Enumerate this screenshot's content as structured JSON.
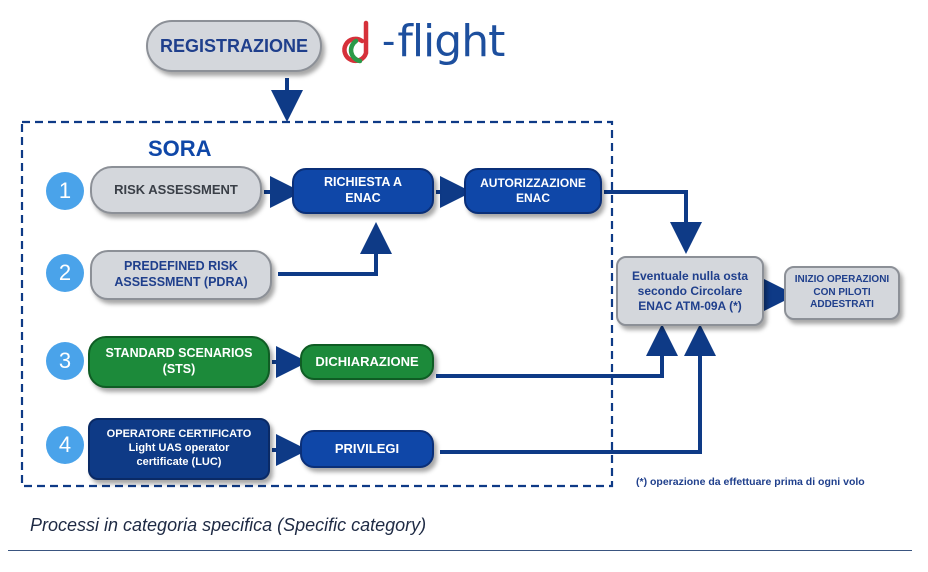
{
  "header": {
    "registration_label": "REGISTRAZIONE",
    "logo_text": "flight"
  },
  "sora": {
    "label": "SORA",
    "steps": [
      {
        "number": "1",
        "box": "RISK ASSESSMENT"
      },
      {
        "number": "2",
        "box": "PREDEFINED RISK\nASSESSMENT (PDRA)"
      },
      {
        "number": "3",
        "box": "STANDARD SCENARIOS\n(STS)",
        "next": "DICHIARAZIONE"
      },
      {
        "number": "4",
        "box": "OPERATORE CERTIFICATO\nLight UAS operator\ncertificate (LUC)",
        "next": "PRIVILEGI"
      }
    ],
    "request": "RICHIESTA A\nENAC",
    "authorization": "AUTORIZZAZIONE\nENAC"
  },
  "right": {
    "nulla_osta": "Eventuale nulla osta\nsecondo Circolare\nENAC ATM-09A (*)",
    "start_ops": "INIZIO OPERAZIONI\nCON PILOTI\nADDESTRATI"
  },
  "footnote": "(*) operazione da effettuare prima di ogni volo",
  "caption": "Processi in categoria specifica (Specific category)",
  "colors": {
    "navy": "#0e3a86",
    "blue": "#0f47a8",
    "green": "#1c8a3a",
    "grey": "#d4d7dc",
    "circle": "#4aa3ea",
    "logo_red": "#d6313a",
    "logo_green": "#2a9a48"
  }
}
